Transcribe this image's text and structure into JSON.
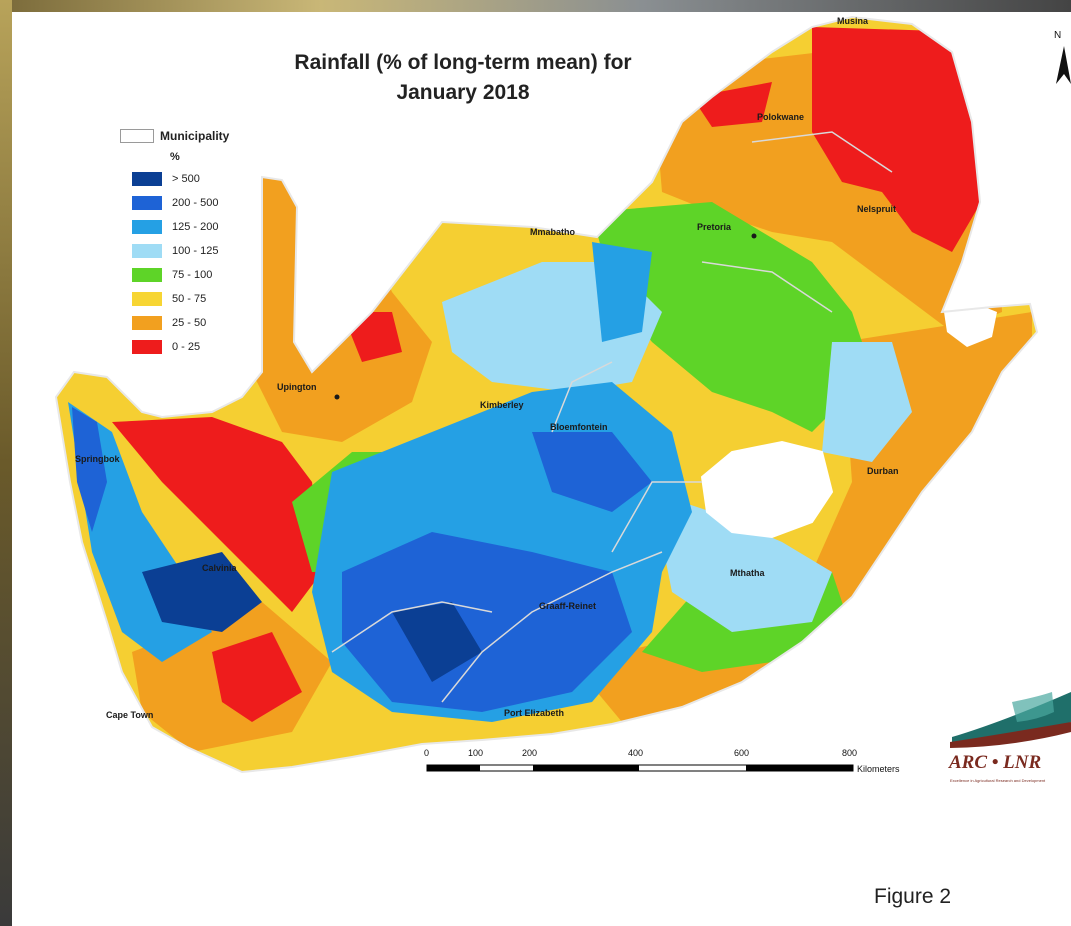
{
  "title_line1": "Rainfall (% of long-term mean) for",
  "title_line2": "January 2018",
  "legend": {
    "header": "Municipality",
    "unit": "%",
    "items": [
      {
        "label": "> 500",
        "color": "#0b3f94"
      },
      {
        "label": "200 - 500",
        "color": "#1e63d6"
      },
      {
        "label": "125 - 200",
        "color": "#25a0e4"
      },
      {
        "label": "100 - 125",
        "color": "#9fdcf5"
      },
      {
        "label": "75 - 100",
        "color": "#5ed428"
      },
      {
        "label": "50 - 75",
        "color": "#f7d533"
      },
      {
        "label": "25 - 50",
        "color": "#f2a01f"
      },
      {
        "label": "0 - 25",
        "color": "#ee1c1c"
      }
    ]
  },
  "cities": [
    {
      "name": "Musina"
    },
    {
      "name": "Polokwane"
    },
    {
      "name": "Nelspruit"
    },
    {
      "name": "Pretoria"
    },
    {
      "name": "Mmabatho"
    },
    {
      "name": "Upington"
    },
    {
      "name": "Kimberley"
    },
    {
      "name": "Bloemfontein"
    },
    {
      "name": "Springbok"
    },
    {
      "name": "Durban"
    },
    {
      "name": "Calvinia"
    },
    {
      "name": "Mthatha"
    },
    {
      "name": "Graaff-Reinet"
    },
    {
      "name": "Cape Town"
    },
    {
      "name": "Port Elizabeth"
    }
  ],
  "scale": {
    "ticks": [
      "0",
      "100",
      "200",
      "400",
      "600",
      "800"
    ],
    "unit": "Kilometers"
  },
  "logo": {
    "text": "ARC • LNR",
    "sub": "Excellence in Agricultural Research and Development"
  },
  "north": "N",
  "figure_caption": "Figure 2"
}
